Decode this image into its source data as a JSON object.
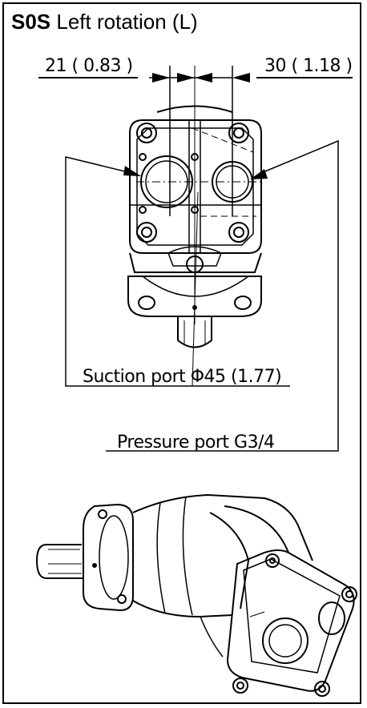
{
  "title": {
    "code": "S0S",
    "text": "Left rotation (L)"
  },
  "dimensions": {
    "left": "21 ( 0.83 )",
    "right": "30 ( 1.18 )"
  },
  "callouts": {
    "suction": "Suction port Φ45 (1.77)",
    "pressure": "Pressure port G3/4"
  },
  "colors": {
    "line": "#000000",
    "background": "#ffffff"
  }
}
